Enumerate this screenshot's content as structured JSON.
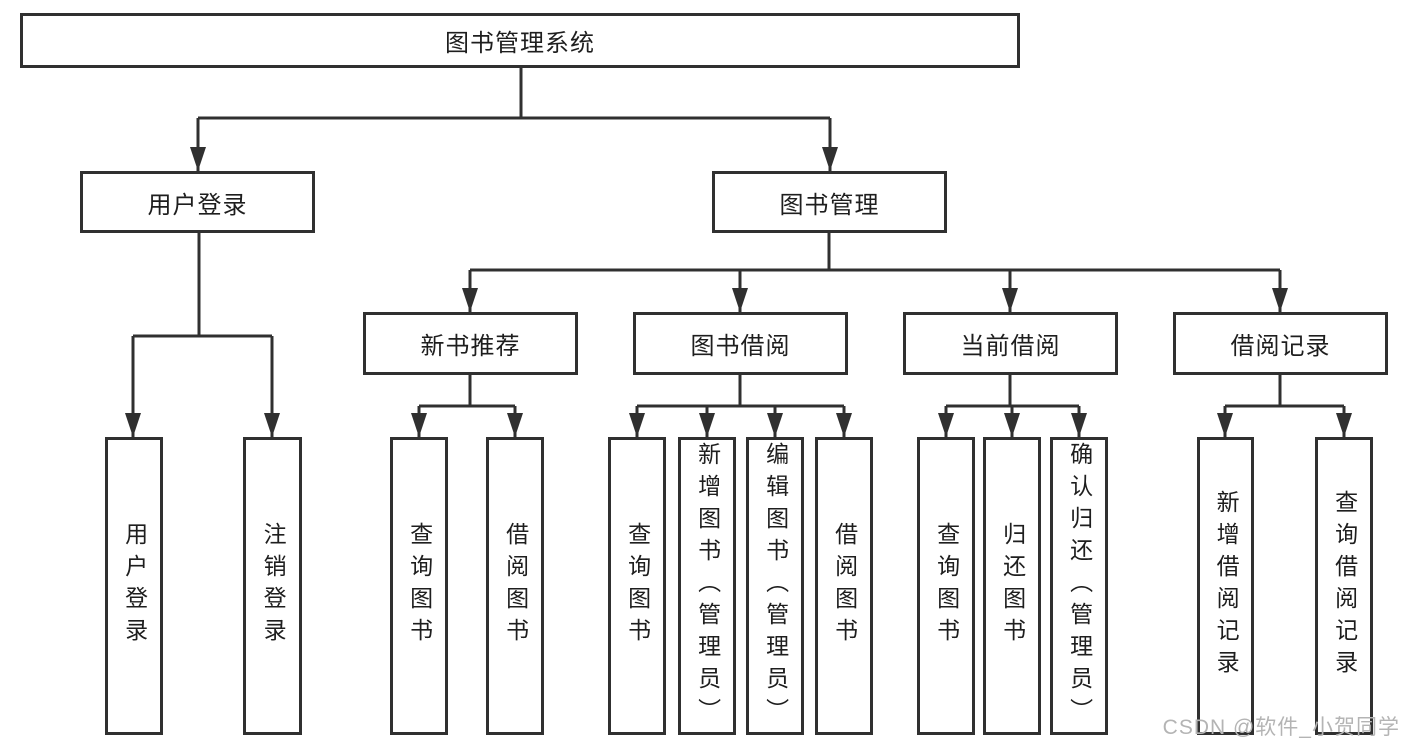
{
  "diagram": {
    "type": "functional-structure-tree",
    "nodes": {
      "root": {
        "label": "图书管理系统"
      },
      "user_login": {
        "label": "用户登录"
      },
      "book_management": {
        "label": "图书管理"
      },
      "new_book_recommend": {
        "label": "新书推荐"
      },
      "book_borrowing": {
        "label": "图书借阅"
      },
      "current_borrowing": {
        "label": "当前借阅"
      },
      "borrowing_records": {
        "label": "借阅记录"
      },
      "leaf_user_login": {
        "label": "用户登录"
      },
      "leaf_logout": {
        "label": "注销登录"
      },
      "leaf_query_book_recommend": {
        "label": "查询图书"
      },
      "leaf_borrow_book_recommend": {
        "label": "借阅图书"
      },
      "leaf_query_book_borrowing": {
        "label": "查询图书"
      },
      "leaf_add_book_admin": {
        "label": "新增图书（管理员）"
      },
      "leaf_edit_book_admin": {
        "label": "编辑图书（管理员）"
      },
      "leaf_borrow_book_borrowing": {
        "label": "借阅图书"
      },
      "leaf_query_book_current": {
        "label": "查询图书"
      },
      "leaf_return_book": {
        "label": "归还图书"
      },
      "leaf_confirm_return_admin": {
        "label": "确认归还（管理员）"
      },
      "leaf_add_borrow_record": {
        "label": "新增借阅记录"
      },
      "leaf_query_borrow_record": {
        "label": "查询借阅记录"
      }
    },
    "hierarchy": {
      "图书管理系统": {
        "用户登录": [
          "用户登录",
          "注销登录"
        ],
        "图书管理": {
          "新书推荐": [
            "查询图书",
            "借阅图书"
          ],
          "图书借阅": [
            "查询图书",
            "新增图书（管理员）",
            "编辑图书（管理员）",
            "借阅图书"
          ],
          "当前借阅": [
            "查询图书",
            "归还图书",
            "确认归还（管理员）"
          ],
          "借阅记录": [
            "新增借阅记录",
            "查询借阅记录"
          ]
        }
      }
    },
    "colors": {
      "line": "#303030",
      "box_border": "#303030",
      "box_fill": "#ffffff",
      "text": "#1e1e1e",
      "background": "#ffffff"
    }
  },
  "watermark": {
    "text": "CSDN @软件_小贺同学",
    "color": "#b4b4b4"
  }
}
